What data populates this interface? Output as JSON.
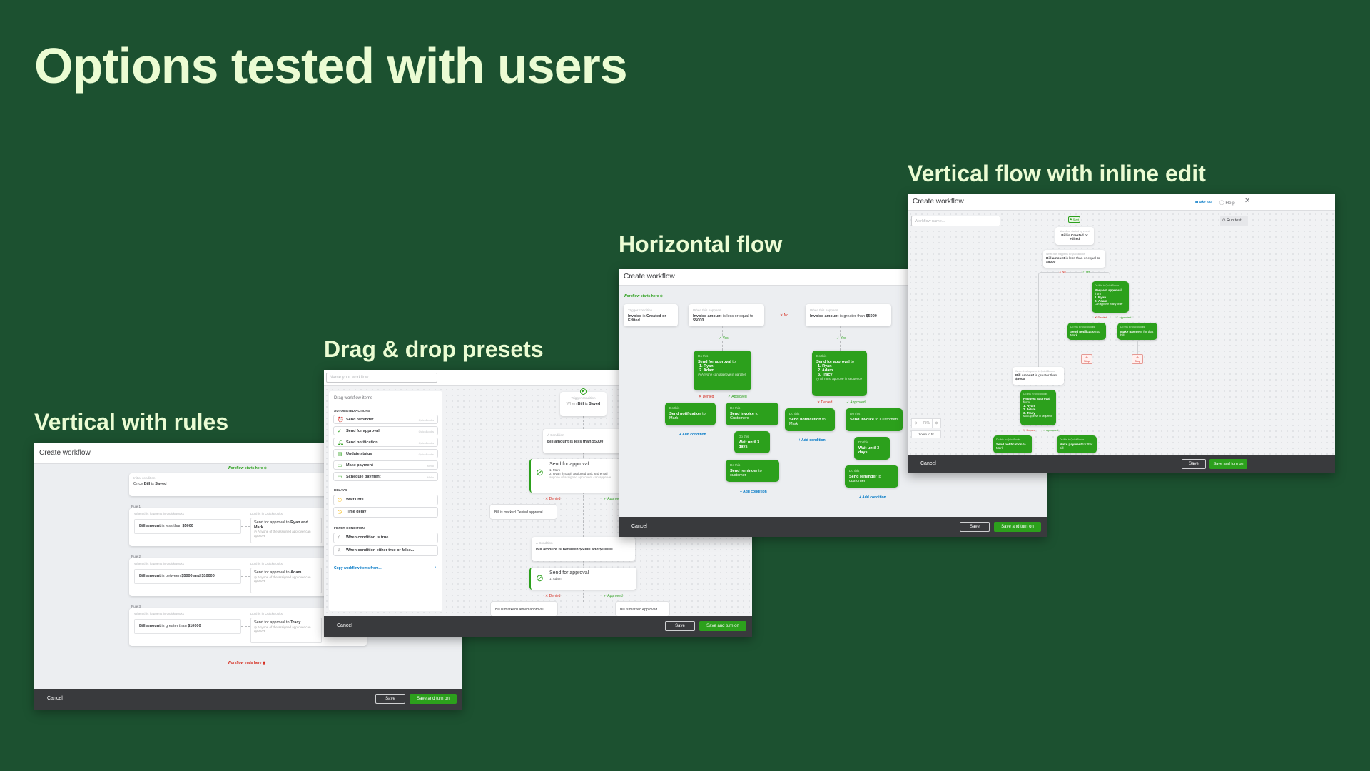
{
  "page_title": "Options tested with users",
  "colors": {
    "background": "#1c5130",
    "title": "#ebfcd3",
    "accent_green": "#2ca01c",
    "footer": "#393a3d",
    "denied": "#d52b1e",
    "link": "#0077c5"
  },
  "common": {
    "cancel": "Cancel",
    "save": "Save",
    "save_on": "Save and turn on",
    "window_title": "Create workflow",
    "denied": "✕ Denied",
    "approved": "✓ Approved",
    "yes": "✓ Yes",
    "no": "✕ No",
    "do_this": "Do this",
    "do_this_qb": "Do this in QuickBooks",
    "when_qb": "When this happens in QuickBooks",
    "add_condition": "+ Add condition",
    "zoom_level": "75%",
    "zoom_fit": "Zoom to fit",
    "stop": "Stop"
  },
  "rules": {
    "heading": "Vertical with rules",
    "start": "Workflow starts here",
    "end": "Workflow ends here",
    "initial_label": "Initial condition",
    "initial_pre": "Once ",
    "initial_b": "Bill",
    "initial_mid": " is ",
    "initial_b2": "Saved",
    "rules": [
      {
        "name": "Rule 1",
        "cond_b": "Bill amount",
        "cond_t": " is less than ",
        "cond_v": "$5000",
        "act_b": "Send for approval",
        "act_t": " to ",
        "act_who": "Ryan and Mark"
      },
      {
        "name": "Rule 2",
        "cond_b": "Bill amount",
        "cond_t": " is between ",
        "cond_v": "$5000 and $10000",
        "act_b": "Send for approval",
        "act_t": " to ",
        "act_who": "Adam"
      },
      {
        "name": "Rule 3",
        "cond_b": "Bill amount",
        "cond_t": " is greater than ",
        "cond_v": "$10000",
        "act_b": "Send for approval",
        "act_t": " to ",
        "act_who": "Tracy"
      }
    ],
    "note": "Anyone of the assigned approver can approve"
  },
  "drag": {
    "heading": "Drag & drop presets",
    "name_placeholder": "Name your workflow...",
    "panel_title": "Drag workflow items",
    "automated_title": "AUTOMATED ACTIONS",
    "automated": [
      {
        "label": "Send reminder",
        "source": "QuickBooks",
        "icon": "alarm-clock-icon"
      },
      {
        "label": "Send for approval",
        "source": "QuickBooks",
        "icon": "check-circle-icon"
      },
      {
        "label": "Send notification",
        "source": "QuickBooks",
        "icon": "bell-icon"
      },
      {
        "label": "Update status",
        "source": "QuickBooks",
        "icon": "status-icon"
      },
      {
        "label": "Make payment",
        "source": "Melio",
        "icon": "payment-icon"
      },
      {
        "label": "Schedule payment",
        "source": "Melio",
        "icon": "calendar-payment-icon"
      }
    ],
    "delays_title": "DELAYS",
    "delays": [
      {
        "label": "Wait until...",
        "icon": "timer-icon"
      },
      {
        "label": "Time delay",
        "icon": "timer-icon"
      }
    ],
    "filter_title": "FILTER CONDITION",
    "filters": [
      {
        "label": "When condition is true...",
        "icon": "pin-icon"
      },
      {
        "label": "When condition either true or false...",
        "icon": "branch-icon"
      }
    ],
    "copy_link": "Copy workflow items from...",
    "trigger_label": "Trigger condition",
    "trigger_pre": "When ",
    "trigger_b": "Bill",
    "trigger_mid": " is ",
    "trigger_b2": "Saved",
    "condition_label": "Condition",
    "cond1": "Bill amount is less than $5000",
    "approval_title": "Send for approval",
    "approval1_items": [
      "1. Mark",
      "2. Ryan through assigned task and email"
    ],
    "approval1_note": "anyone of assigned approvers can approve",
    "denied_result": "Bill is marked Denied approval",
    "cond2": "Bill amount is between $5000 and $10000",
    "approval2_items": [
      "1. Adam"
    ],
    "approved_result": "Bill is marked Approved"
  },
  "horizontal": {
    "heading": "Horizontal flow",
    "start": "Workflow starts here",
    "trigger_label": "Trigger condition",
    "trigger_b": "Invoice",
    "trigger_t": " is ",
    "trigger_b2": "Created or Edited",
    "when_label": "When this happens",
    "cond1_b": "Invoice amount",
    "cond1_t": " is less or equal to ",
    "cond1_v": "$5000",
    "cond2_b": "Invoice amount",
    "cond2_t": " is greater than ",
    "cond2_v": "$5000",
    "approval1": {
      "b": "Send for approval",
      "t": " to",
      "items": [
        "1. Ryan",
        "2. Adam"
      ],
      "note": "Anyone can approve in parallel"
    },
    "approval2": {
      "b": "Send for approval",
      "t": " to",
      "items": [
        "1. Ryan",
        "2. Adam",
        "3. Tracy"
      ],
      "note": "All must approve in sequence"
    },
    "notif": {
      "b": "Send notification",
      "t": " to Mark"
    },
    "invoice": {
      "b": "Send invoice",
      "t": " to Customers"
    },
    "wait": {
      "b": "Wait until 3 days"
    },
    "reminder": {
      "b": "Send reminder",
      "t": " to customer"
    }
  },
  "inline": {
    "heading": "Vertical flow with inline edit",
    "take_tour": "take tour",
    "help": "Help",
    "name_placeholder": "Workflow name...",
    "run_test": "Run test",
    "start": "Start",
    "trigger_label": "Workflow started by event",
    "trigger_b": "Bill",
    "trigger_t": " is ",
    "trigger_b2": "Created or edited",
    "cond1_b": "Bill amount",
    "cond1_t": " is less than or equal to ",
    "cond1_v": "$5000",
    "cond2_b": "Bill amount",
    "cond2_t": " is greater than ",
    "cond2_v": "$5000",
    "approvalA": {
      "b": "Request approval",
      "t": " from",
      "items": [
        "1. Ryan",
        "2. Adam"
      ],
      "note": "Can approve in any order"
    },
    "approvalB": {
      "b": "Request approval",
      "t": " from",
      "items": [
        "1. Ryan",
        "2. Adam",
        "3. Tracy"
      ],
      "note": "Must approve in sequence"
    },
    "notif": {
      "b": "Send notification",
      "t": " to Mark"
    },
    "payment": {
      "b": "Make payment",
      "t": " for that bill"
    }
  }
}
